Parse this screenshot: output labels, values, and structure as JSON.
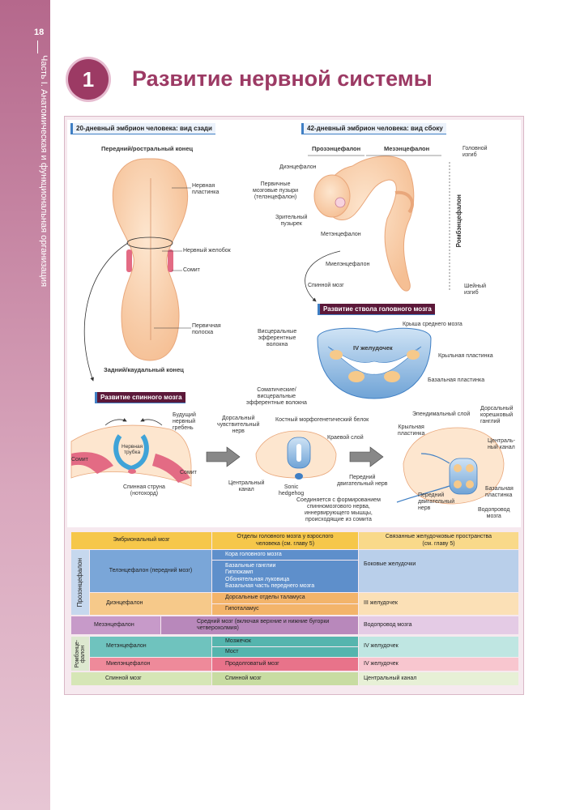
{
  "page": {
    "number": "18",
    "side_title": "Часть I. Анатомическая и функциональная организация",
    "chapter_number": "1",
    "title": "Развитие нервной системы"
  },
  "embryo20": {
    "tag": "20-дневный эмбрион человека: вид сзади",
    "rostral": "Передний/ростральный конец",
    "neural_plate": "Нервная\nпластинка",
    "neural_groove": "Нервный желобок",
    "somite": "Сомит",
    "primitive_streak": "Первичная\nполоска",
    "caudal": "Задний/каудальный конец"
  },
  "embryo42": {
    "tag": "42-дневный эмбрион человека: вид сбоку",
    "prosencephalon": "Прозэнцефалон",
    "mesencephalon": "Мезэнцефалон",
    "head_flexure": "Головной\nизгиб",
    "diencephalon": "Диэнцефалон",
    "primary_vesicles": "Первичные\nмозговые пузыри\n(телэнцефалон)",
    "optic_vesicle": "Зрительный\nпузырек",
    "metencephalon": "Метэнцефалон",
    "myelencephalon": "Миелэнцефалон",
    "spinal_cord": "Спинной мозг",
    "rhombencephalon": "Ромбэнцефалон",
    "cervical_flexure": "Шейный\nизгиб"
  },
  "brainstem": {
    "tag": "Развитие ствола головного мозга",
    "roof_midbrain": "Крыша среднего мозга",
    "visceral_efferent": "Висцеральные\nэфферентные\nволокна",
    "ventricle4": "IV желудочек",
    "alar_plate": "Крыльная пластинка",
    "basal_plate": "Базальная пластинка",
    "somatic_visceral": "Соматические/\nвисцеральные\nэфферентные волокна"
  },
  "spinal": {
    "tag": "Развитие спинного мозга",
    "future_crest": "Будущий\nнервный\nгребень",
    "neural_tube": "Нервная\nтрубка",
    "somite_left": "Сомит",
    "somite_right": "Сомит",
    "notochord": "Спинная струна\n(нотохорд)",
    "dorsal_nerve": "Дорсальный\nчувствительный\nнерв",
    "bmp": "Костный морфогенетический белок",
    "marginal": "Краевой слой",
    "central_canal": "Центральный\nканал",
    "shh": "Sonic\nhedgehog",
    "ependymal": "Эпендимальный слой",
    "dorsal_ganglion": "Дорсальный\nкорешковый\nганглий",
    "alar": "Крыльная\nпластинка",
    "central_canal2": "Централь-\nный канал",
    "ant_motor": "Передний\nдвигательный нерв",
    "ant_motor2": "Передний\nдвигательный\nнерв",
    "basal": "Базальная\nпластинка",
    "aqueduct": "Водопровод\nмозга",
    "joins": "Соединяется с формированием\nспинномозгового нерва,\nиннервирующего мышцы,\nпроисходящие из сомита"
  },
  "table": {
    "headers": [
      "Эмбриональный мозг",
      "Отделы головного мозга у взрослого\nчеловека (см. главу 5)",
      "Связанные желудочковые пространства\n(см. главу 5)"
    ],
    "group_prosencephalon": "Прозэнцефалон",
    "group_rhombencephalon": "Ромбэнце-\nфалон",
    "telencephalon": "Телэнцефалон (передний мозг)",
    "tel_parts": [
      "Кора головного мозга",
      "Базальные ганглии\nГиппокамп\nОбонятельная луковица\nБазальная часть переднего мозга"
    ],
    "tel_vent": "Боковые желудочки",
    "diencephalon": "Диэнцефалон",
    "di_parts": [
      "Дорсальные отделы таламуса",
      "Гипоталамус"
    ],
    "di_vent": "III желудочек",
    "mesencephalon": "Мезэнцефалон",
    "mes_part": "Средний мозг (включая верхние и нижние бугорки\nчетверохолмия)",
    "mes_vent": "Водопровод мозга",
    "metencephalon": "Метэнцефалон",
    "met_parts": [
      "Мозжечок",
      "Мост"
    ],
    "met_vent": "IV желудочек",
    "myelencephalon": "Миелэнцефалон",
    "myel_part": "Продолговатый мозг",
    "myel_vent": "IV желудочек",
    "spinal": "Спинной мозг",
    "spinal_part": "Спинной мозг",
    "spinal_vent": "Центральный канал"
  },
  "colors": {
    "accent": "#9c3a64",
    "blue": "#3f7fc4",
    "tel": "#7aa6d8",
    "di": "#f6c98a",
    "mes": "#c79ac9",
    "met": "#6fc3be",
    "myel": "#ee8a9a",
    "spinal": "#d6e6b6",
    "header": "#f6c74a"
  }
}
